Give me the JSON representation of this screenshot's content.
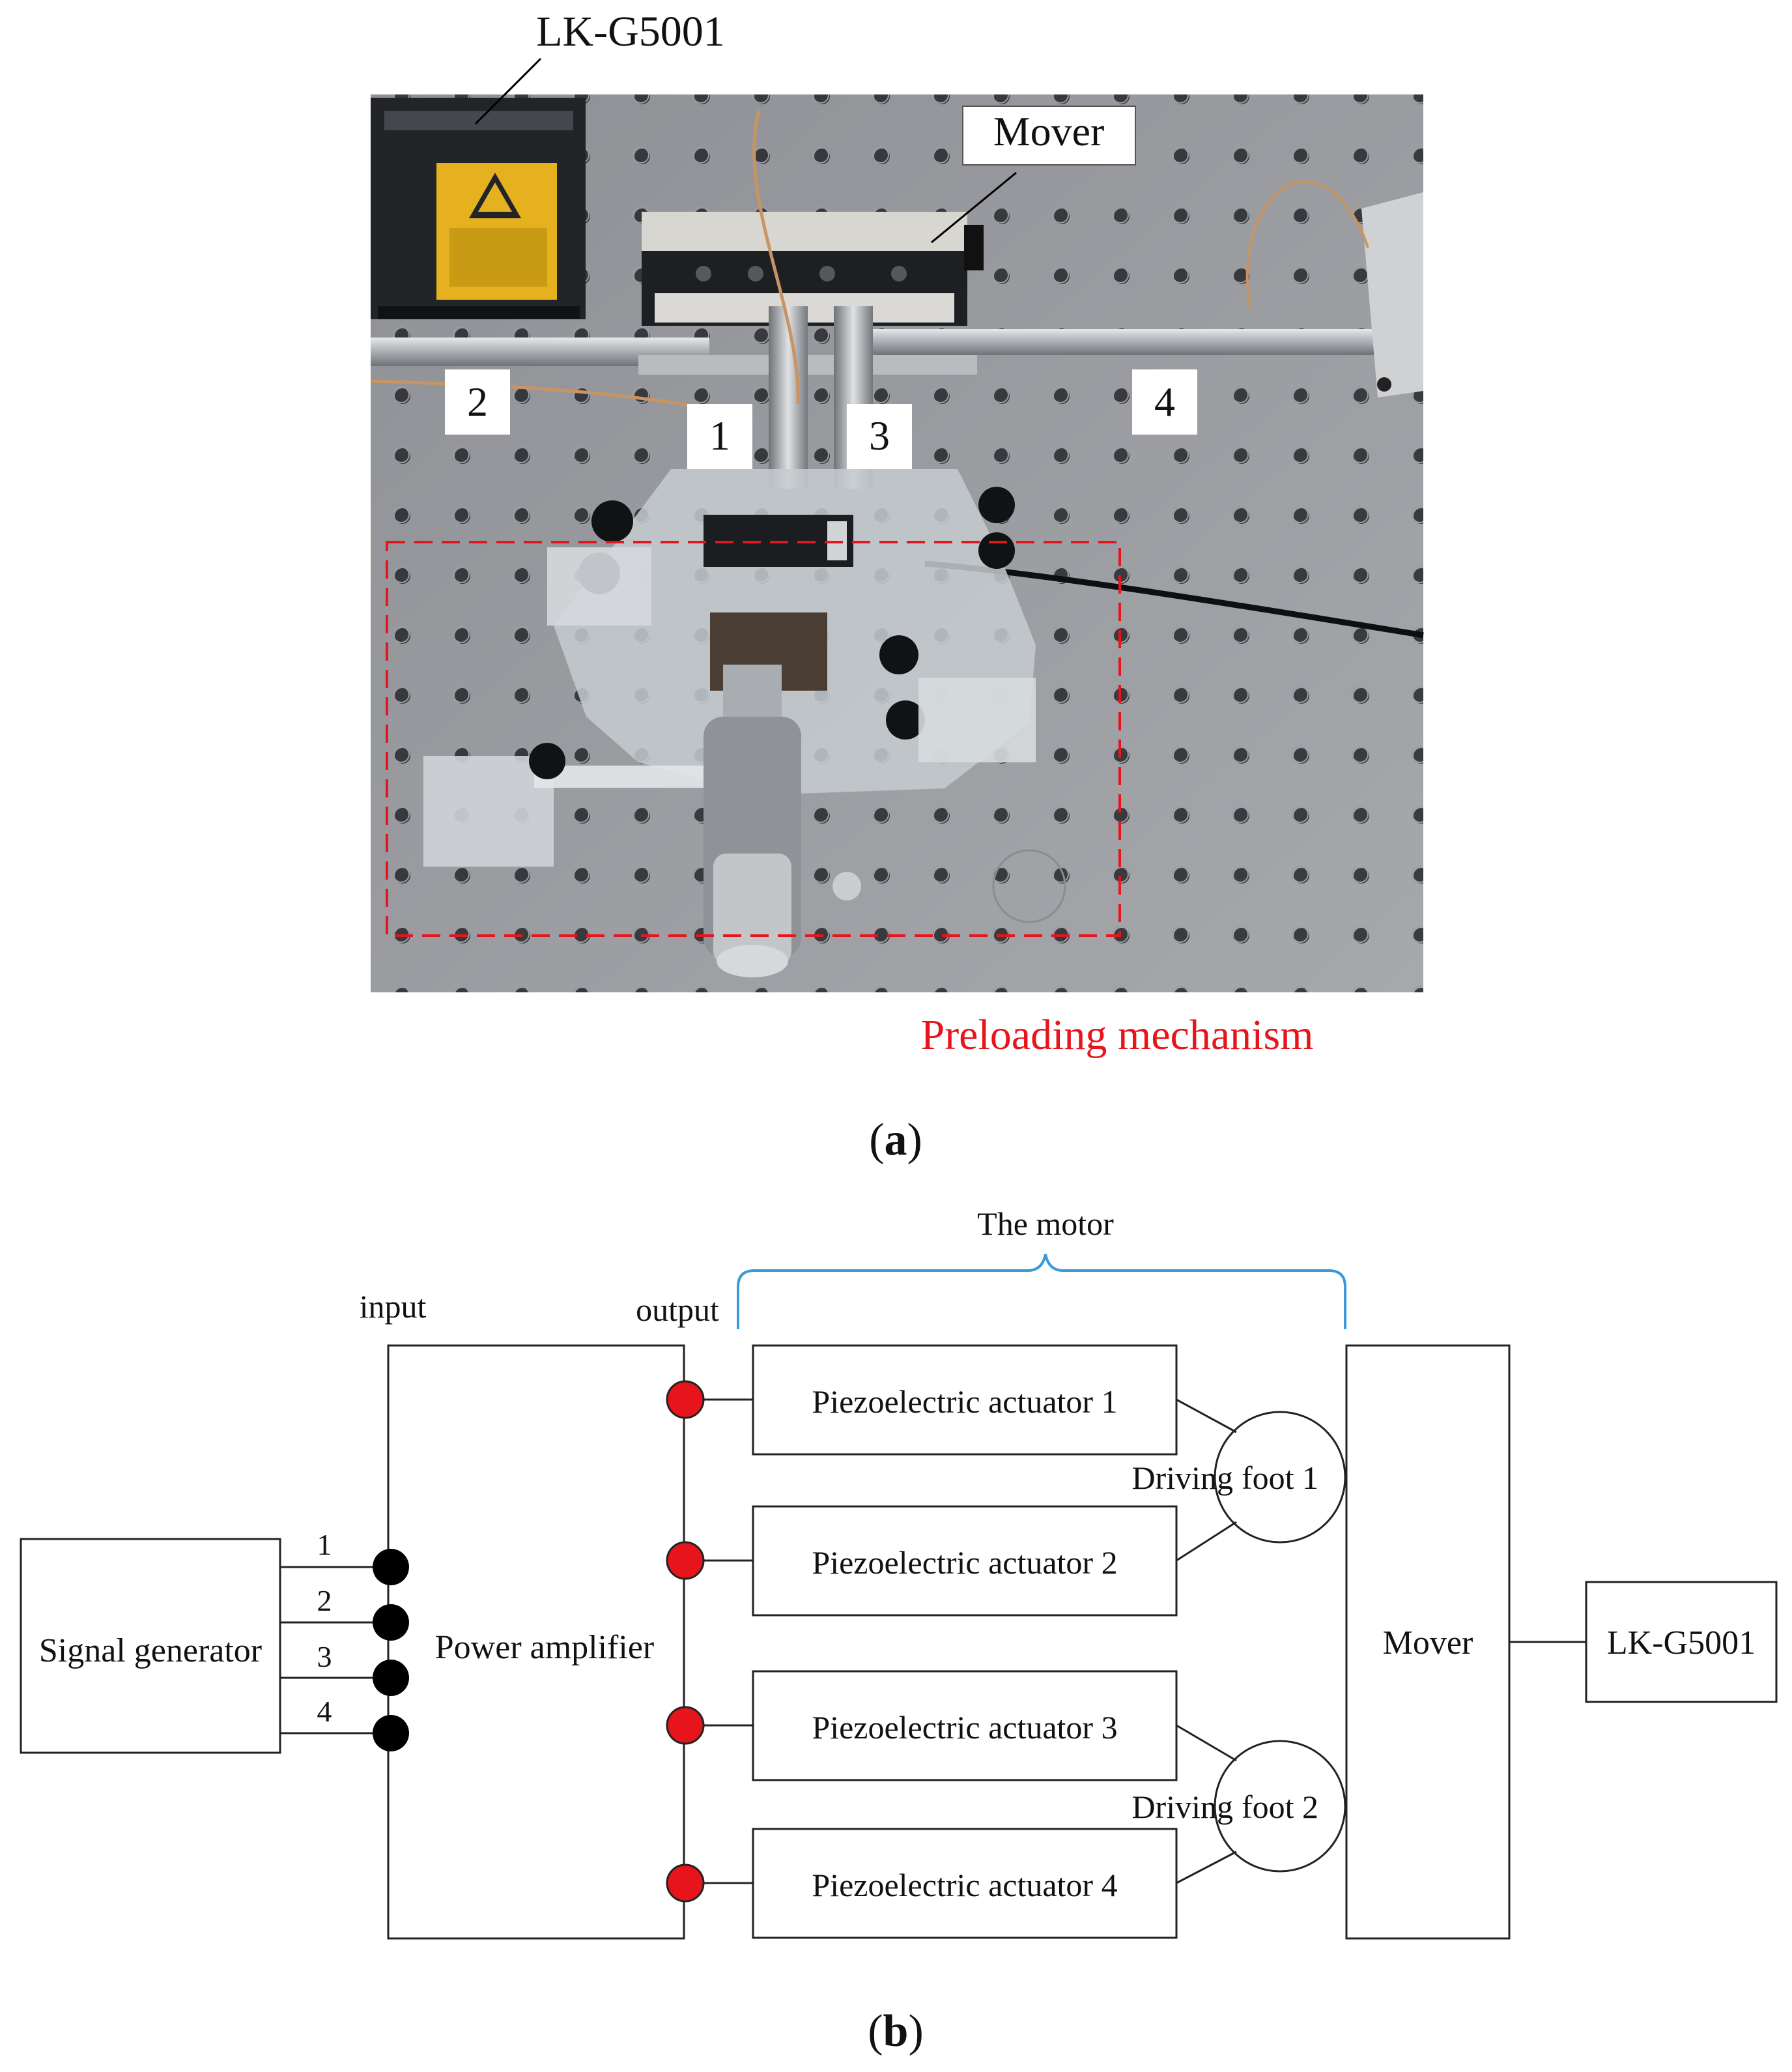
{
  "photo": {
    "callouts": {
      "sensor": "LK-G5001",
      "mover": "Mover",
      "n1": "1",
      "n2": "2",
      "n3": "3",
      "n4": "4"
    },
    "preload_caption": "Preloading mechanism",
    "preload_color": "#e8141b"
  },
  "caption_a": "a",
  "caption_b": "b",
  "diagram": {
    "signal_generator": "Signal generator",
    "channels": [
      "1",
      "2",
      "3",
      "4"
    ],
    "input_label": "input",
    "output_label": "output",
    "power_amplifier": "Power amplifier",
    "motor_label": "The motor",
    "actuators": [
      "Piezoelectric actuator 1",
      "Piezoelectric actuator 2",
      "Piezoelectric actuator 3",
      "Piezoelectric actuator 4"
    ],
    "driving_label": "Driving",
    "feet": [
      "foot 1",
      "foot 2"
    ],
    "mover": "Mover",
    "sensor": "LK-G5001",
    "output_terminal_color": "#e8141b",
    "input_terminal_color": "#000000",
    "brace_color": "#3a9ad9"
  }
}
